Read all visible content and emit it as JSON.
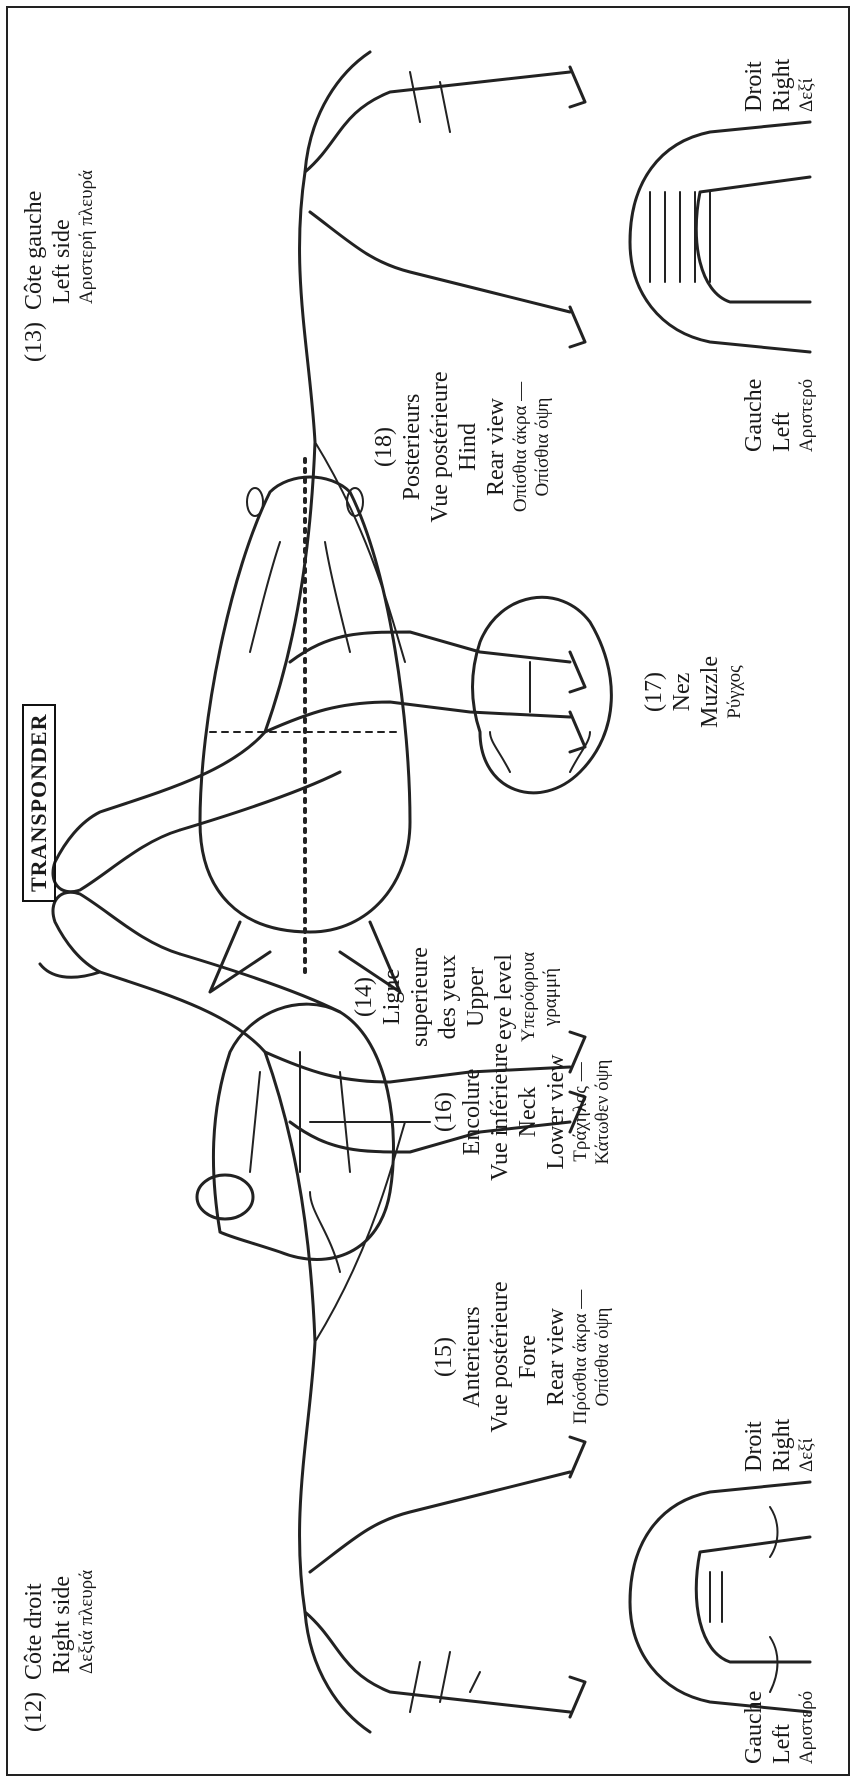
{
  "transponder": "TRANSPONDER",
  "right_side": {
    "number": "(12)",
    "fr": "Côte droit",
    "en": "Right side",
    "gr": "Δεξιά πλευρά"
  },
  "left_side": {
    "number": "(13)",
    "fr": "Côte gauche",
    "en": "Left side",
    "gr": "Αριστερή πλευρά"
  },
  "upper_eye": {
    "number": "(14)",
    "fr1": "Ligne",
    "fr2": "superieure",
    "fr3": "des yeux",
    "en1": "Upper",
    "en2": "eye level",
    "gr1": "Υπερόφρυα",
    "gr2": "γραμμή"
  },
  "fore": {
    "number": "(15)",
    "fr1": "Anterieurs",
    "fr2": "Vue postérieure",
    "en1": "Fore",
    "en2": "Rear view",
    "gr1": "Πρόσθια άκρα —",
    "gr2": "Οπίσθια όψη"
  },
  "neck": {
    "number": "(16)",
    "fr1": "Encolure",
    "fr2": "Vue inférieure",
    "en1": "Neck",
    "en2": "Lower view",
    "gr1": "Τράχηλος —",
    "gr2": "Κάτωθεν όψη"
  },
  "muzzle": {
    "number": "(17)",
    "fr": "Nez",
    "en": "Muzzle",
    "gr": "Ρύγχος"
  },
  "hind": {
    "number": "(18)",
    "fr1": "Posterieurs",
    "fr2": "Vue postérieure",
    "en1": "Hind",
    "en2": "Rear view",
    "gr1": "Οπίσθια άκρα —",
    "gr2": "Οπίσθια όψη"
  },
  "fore_left": {
    "fr": "Gauche",
    "en": "Left",
    "gr": "Αριστερό"
  },
  "fore_right": {
    "fr": "Droit",
    "en": "Right",
    "gr": "Δεξί"
  },
  "hind_left": {
    "fr": "Gauche",
    "en": "Left",
    "gr": "Αριστερό"
  },
  "hind_right": {
    "fr": "Droit",
    "en": "Right",
    "gr": "Δεξί"
  }
}
